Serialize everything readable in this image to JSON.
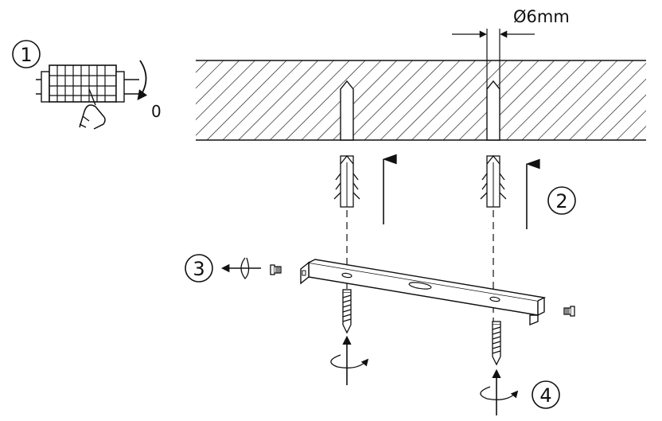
{
  "steps": [
    {
      "number": "1"
    },
    {
      "number": "2"
    },
    {
      "number": "3"
    },
    {
      "number": "4"
    }
  ],
  "switch_label": "0",
  "drill_diameter": "Ø6mm",
  "colors": {
    "line": "#111111",
    "background": "#ffffff"
  }
}
